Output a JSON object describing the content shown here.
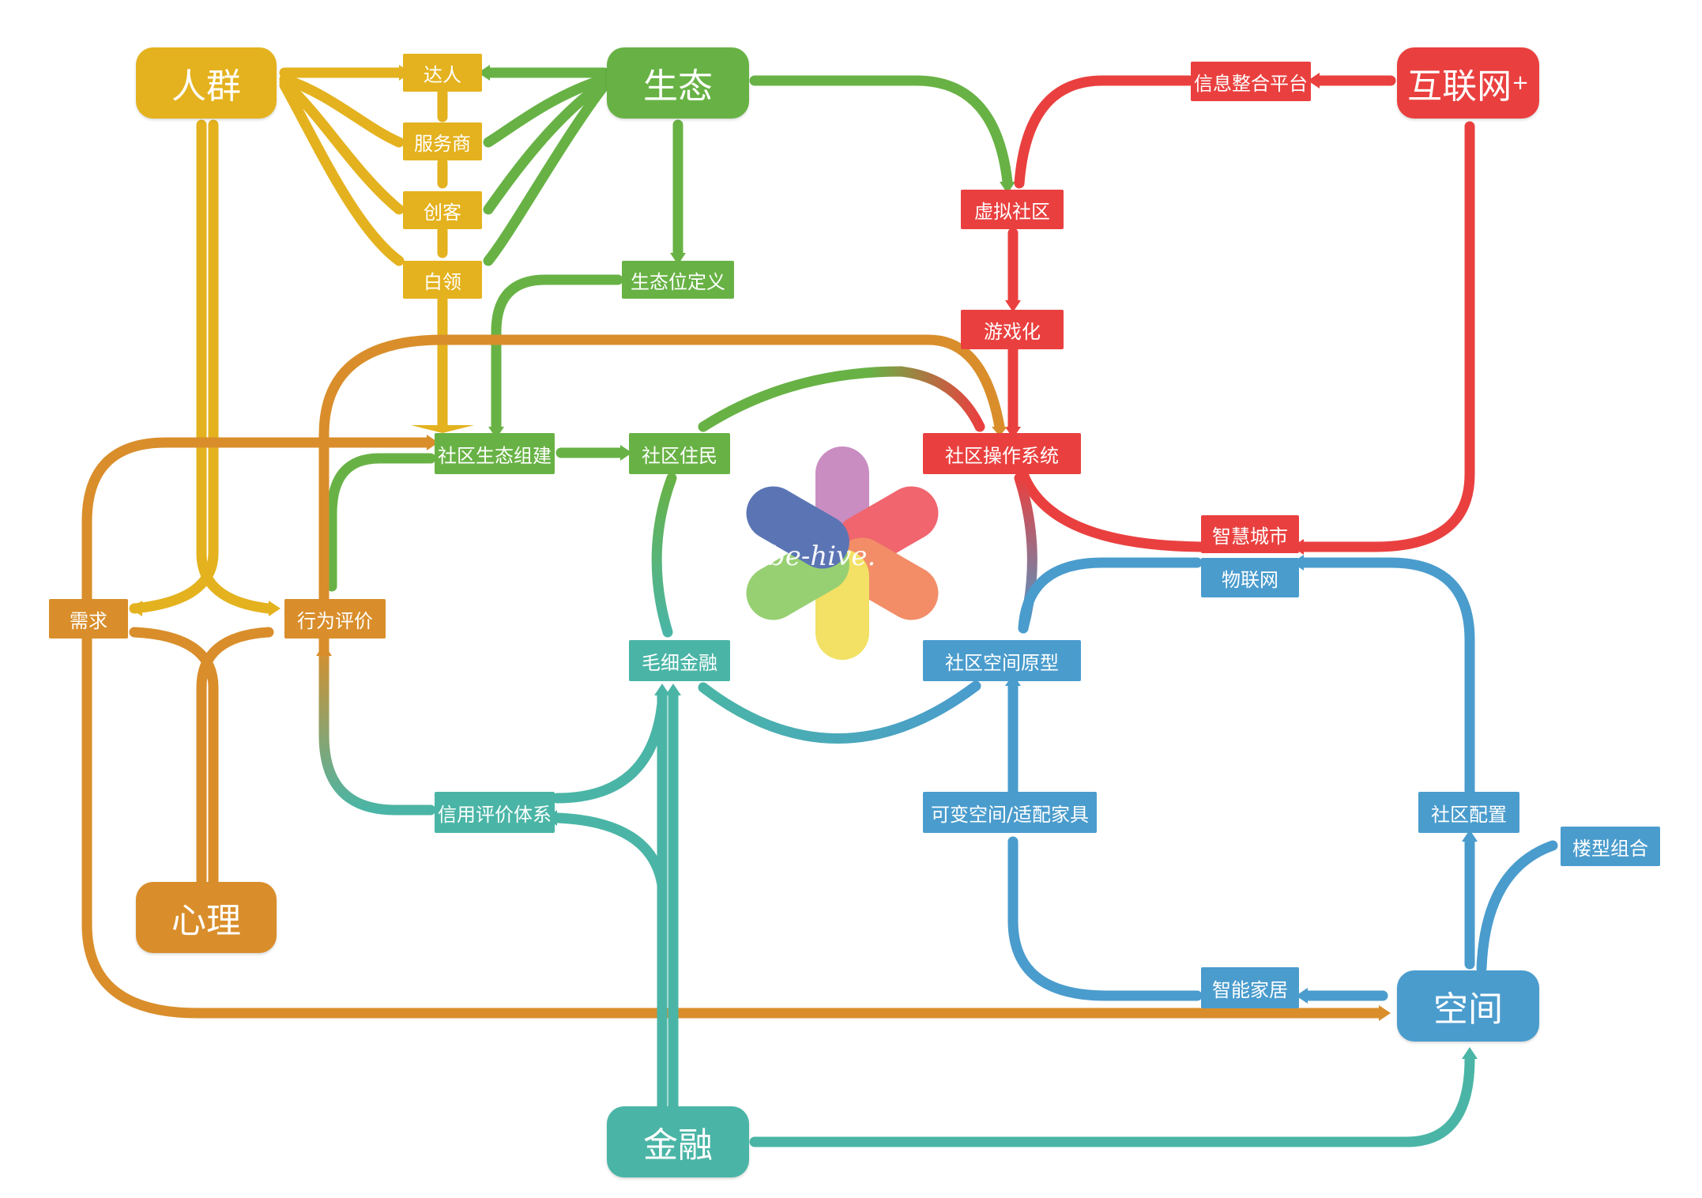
{
  "colors": {
    "yellow": "#e4b21e",
    "green": "#68b245",
    "red": "#e9403f",
    "orange": "#d98e2b",
    "blue": "#4a9ccd",
    "teal": "#4ab5a6"
  },
  "logo": {
    "text": "be-hive."
  },
  "hubs": {
    "crowd": "人群",
    "ecology": "生态",
    "internet": "互联网",
    "internet_sup": "+",
    "psychology": "心理",
    "space": "空间",
    "finance": "金融"
  },
  "nodes": {
    "expert": "达人",
    "service_provider": "服务商",
    "maker": "创客",
    "white_collar": "白领",
    "ecological_position": "生态位定义",
    "virtual_community": "虚拟社区",
    "info_platform": "信息整合平台",
    "gamification": "游戏化",
    "community_os": "社区操作系统",
    "community_ecology_build": "社区生态组建",
    "community_residents": "社区住民",
    "demand": "需求",
    "behavior_eval": "行为评价",
    "smart_city": "智慧城市",
    "iot": "物联网",
    "capillary_finance": "毛细金融",
    "community_space_prototype": "社区空间原型",
    "credit_eval_system": "信用评价体系",
    "variable_space": "可变空间/适配家具",
    "community_config": "社区配置",
    "building_combo": "楼型组合",
    "smart_home": "智能家居"
  }
}
